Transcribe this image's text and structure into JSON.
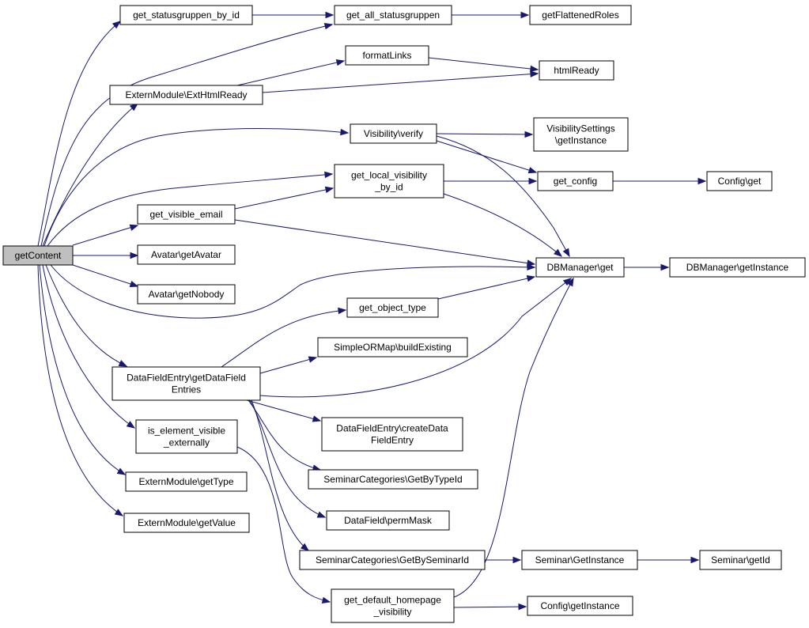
{
  "graph": {
    "root": "getContent",
    "nodes": [
      {
        "id": "getContent",
        "lines": [
          "getContent"
        ],
        "root": true
      },
      {
        "id": "get_statusgruppen_by_id",
        "lines": [
          "get_statusgruppen_by_id"
        ]
      },
      {
        "id": "get_all_statusgruppen",
        "lines": [
          "get_all_statusgruppen"
        ]
      },
      {
        "id": "getFlattenedRoles",
        "lines": [
          "getFlattenedRoles"
        ]
      },
      {
        "id": "formatLinks",
        "lines": [
          "formatLinks"
        ]
      },
      {
        "id": "ExternModule_ExtHtmlReady",
        "lines": [
          "ExternModule\\ExtHtmlReady"
        ]
      },
      {
        "id": "htmlReady",
        "lines": [
          "htmlReady"
        ]
      },
      {
        "id": "Visibility_verify",
        "lines": [
          "Visibility\\verify"
        ]
      },
      {
        "id": "VisibilitySettings_getInstance",
        "lines": [
          "VisibilitySettings",
          "\\getInstance"
        ]
      },
      {
        "id": "get_local_visibility_by_id",
        "lines": [
          "get_local_visibility",
          "_by_id"
        ]
      },
      {
        "id": "get_config",
        "lines": [
          "get_config"
        ]
      },
      {
        "id": "Config_get",
        "lines": [
          "Config\\get"
        ]
      },
      {
        "id": "get_visible_email",
        "lines": [
          "get_visible_email"
        ]
      },
      {
        "id": "Avatar_getAvatar",
        "lines": [
          "Avatar\\getAvatar"
        ]
      },
      {
        "id": "Avatar_getNobody",
        "lines": [
          "Avatar\\getNobody"
        ]
      },
      {
        "id": "DBManager_get",
        "lines": [
          "DBManager\\get"
        ]
      },
      {
        "id": "DBManager_getInstance",
        "lines": [
          "DBManager\\getInstance"
        ]
      },
      {
        "id": "get_object_type",
        "lines": [
          "get_object_type"
        ]
      },
      {
        "id": "SimpleORMap_buildExisting",
        "lines": [
          "SimpleORMap\\buildExisting"
        ]
      },
      {
        "id": "DataFieldEntry_getDataFieldEntries",
        "lines": [
          "DataFieldEntry\\getDataField",
          "Entries"
        ]
      },
      {
        "id": "DataFieldEntry_createDataFieldEntry",
        "lines": [
          "DataFieldEntry\\createData",
          "FieldEntry"
        ]
      },
      {
        "id": "is_element_visible_externally",
        "lines": [
          "is_element_visible",
          "_externally"
        ]
      },
      {
        "id": "SeminarCategories_GetByTypeId",
        "lines": [
          "SeminarCategories\\GetByTypeId"
        ]
      },
      {
        "id": "ExternModule_getType",
        "lines": [
          "ExternModule\\getType"
        ]
      },
      {
        "id": "DataField_permMask",
        "lines": [
          "DataField\\permMask"
        ]
      },
      {
        "id": "ExternModule_getValue",
        "lines": [
          "ExternModule\\getValue"
        ]
      },
      {
        "id": "SeminarCategories_GetBySeminarId",
        "lines": [
          "SeminarCategories\\GetBySeminarId"
        ]
      },
      {
        "id": "Seminar_GetInstance",
        "lines": [
          "Seminar\\GetInstance"
        ]
      },
      {
        "id": "Seminar_getId",
        "lines": [
          "Seminar\\getId"
        ]
      },
      {
        "id": "get_default_homepage_visibility",
        "lines": [
          "get_default_homepage",
          "_visibility"
        ]
      },
      {
        "id": "Config_getInstance",
        "lines": [
          "Config\\getInstance"
        ]
      }
    ],
    "edges": [
      {
        "from": "getContent",
        "to": "get_statusgruppen_by_id"
      },
      {
        "from": "getContent",
        "to": "get_all_statusgruppen"
      },
      {
        "from": "getContent",
        "to": "ExternModule_ExtHtmlReady"
      },
      {
        "from": "getContent",
        "to": "Visibility_verify"
      },
      {
        "from": "getContent",
        "to": "get_local_visibility_by_id"
      },
      {
        "from": "getContent",
        "to": "get_visible_email"
      },
      {
        "from": "getContent",
        "to": "Avatar_getAvatar"
      },
      {
        "from": "getContent",
        "to": "Avatar_getNobody"
      },
      {
        "from": "getContent",
        "to": "DBManager_get"
      },
      {
        "from": "getContent",
        "to": "DataFieldEntry_getDataFieldEntries"
      },
      {
        "from": "getContent",
        "to": "is_element_visible_externally"
      },
      {
        "from": "getContent",
        "to": "ExternModule_getType"
      },
      {
        "from": "getContent",
        "to": "ExternModule_getValue"
      },
      {
        "from": "get_statusgruppen_by_id",
        "to": "get_all_statusgruppen"
      },
      {
        "from": "get_all_statusgruppen",
        "to": "getFlattenedRoles"
      },
      {
        "from": "ExternModule_ExtHtmlReady",
        "to": "formatLinks"
      },
      {
        "from": "ExternModule_ExtHtmlReady",
        "to": "htmlReady"
      },
      {
        "from": "formatLinks",
        "to": "htmlReady"
      },
      {
        "from": "Visibility_verify",
        "to": "VisibilitySettings_getInstance"
      },
      {
        "from": "Visibility_verify",
        "to": "get_config"
      },
      {
        "from": "Visibility_verify",
        "to": "DBManager_get"
      },
      {
        "from": "get_local_visibility_by_id",
        "to": "get_config"
      },
      {
        "from": "get_local_visibility_by_id",
        "to": "DBManager_get"
      },
      {
        "from": "get_config",
        "to": "Config_get"
      },
      {
        "from": "get_visible_email",
        "to": "get_local_visibility_by_id"
      },
      {
        "from": "get_visible_email",
        "to": "DBManager_get"
      },
      {
        "from": "DBManager_get",
        "to": "DBManager_getInstance"
      },
      {
        "from": "get_object_type",
        "to": "DBManager_get"
      },
      {
        "from": "DataFieldEntry_getDataFieldEntries",
        "to": "get_object_type"
      },
      {
        "from": "DataFieldEntry_getDataFieldEntries",
        "to": "SimpleORMap_buildExisting"
      },
      {
        "from": "DataFieldEntry_getDataFieldEntries",
        "to": "DBManager_get"
      },
      {
        "from": "DataFieldEntry_getDataFieldEntries",
        "to": "DataFieldEntry_createDataFieldEntry"
      },
      {
        "from": "DataFieldEntry_getDataFieldEntries",
        "to": "SeminarCategories_GetByTypeId"
      },
      {
        "from": "DataFieldEntry_getDataFieldEntries",
        "to": "DataField_permMask"
      },
      {
        "from": "DataFieldEntry_getDataFieldEntries",
        "to": "SeminarCategories_GetBySeminarId"
      },
      {
        "from": "is_element_visible_externally",
        "to": "get_default_homepage_visibility"
      },
      {
        "from": "SeminarCategories_GetBySeminarId",
        "to": "Seminar_GetInstance"
      },
      {
        "from": "Seminar_GetInstance",
        "to": "Seminar_getId"
      },
      {
        "from": "get_default_homepage_visibility",
        "to": "DBManager_get"
      },
      {
        "from": "get_default_homepage_visibility",
        "to": "Config_getInstance"
      }
    ],
    "colors": {
      "edge": "#191970",
      "node_fill": "#ffffff",
      "root_fill": "#bfbfbf",
      "node_border": "#000000"
    }
  }
}
